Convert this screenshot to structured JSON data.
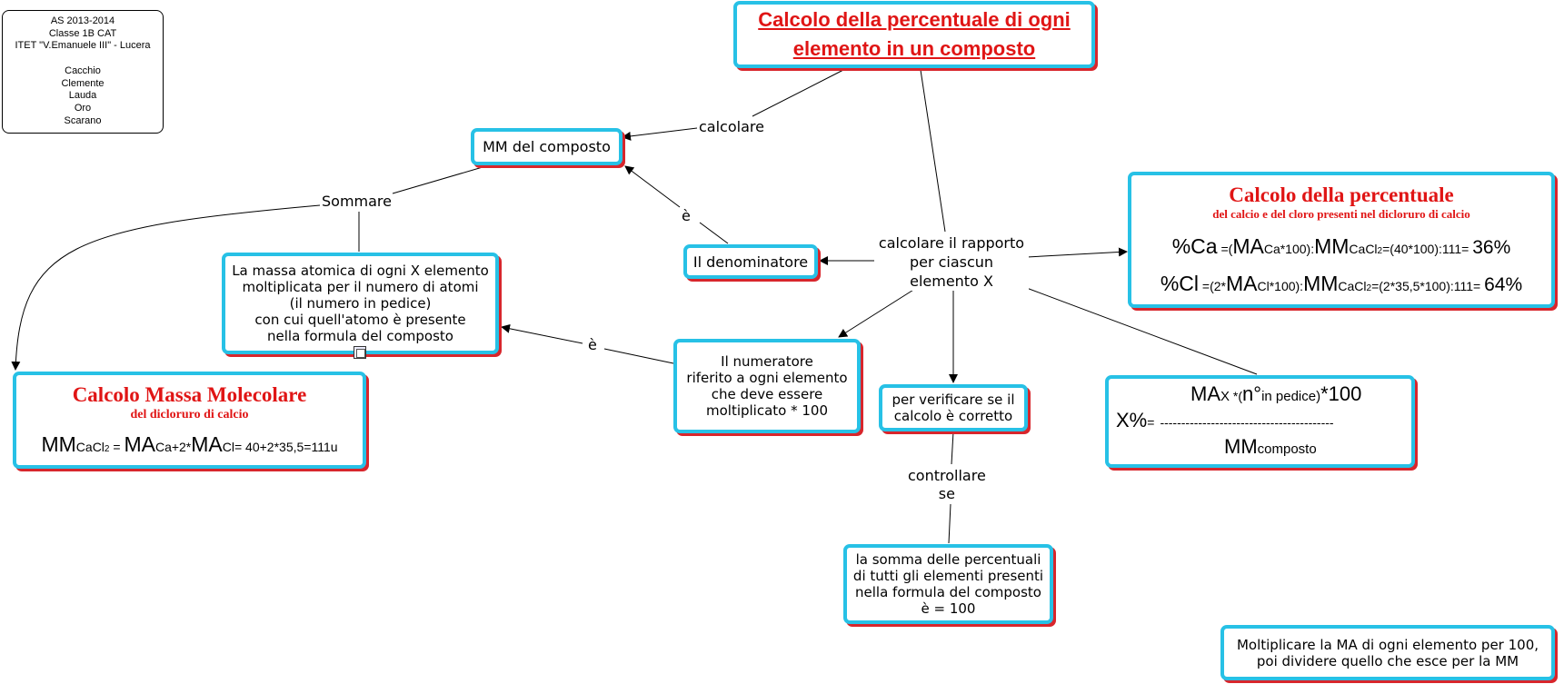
{
  "credits": {
    "lines": [
      "AS 2013-2014",
      "Classe 1B CAT",
      "ITET \"V.Emanuele III\" - Lucera",
      "",
      "Cacchio",
      "Clemente",
      "Lauda",
      "Oro",
      "Scarano"
    ]
  },
  "main_title": {
    "line1": "Calcolo della percentuale di ogni",
    "line2": "elemento in un composto"
  },
  "nodes": {
    "mm_composto": "MM del composto",
    "denominatore": "Il denominatore",
    "rapporto": {
      "line1": "calcolare il rapporto",
      "line2": "per ciascun",
      "line3": "elemento X"
    },
    "massa_atomica": {
      "line1": "La massa atomica di ogni X elemento",
      "line2": "moltiplicata per il numero di atomi",
      "line3": "(il numero in pedice)",
      "line4": "con cui quell'atomo è presente",
      "line5": "nella formula del composto"
    },
    "numeratore": {
      "line1": "Il numeratore",
      "line2": "riferito a ogni elemento",
      "line3": "che deve essere",
      "line4": "moltiplicato * 100"
    },
    "verificare": {
      "line1": "per verificare se il",
      "line2": "calcolo è corretto"
    },
    "somma": {
      "line1": "la somma delle percentuali",
      "line2": "di tutti gli elementi presenti",
      "line3": "nella formula del composto",
      "line4": "è = 100"
    },
    "moltiplicare": {
      "line1": "Moltiplicare la MA di ogni elemento per 100,",
      "line2": "poi dividere quello che esce per la MM"
    }
  },
  "calcolo_mm": {
    "title": "Calcolo Massa Molecolare",
    "subtitle": "del dicloruro di calcio",
    "f1": "MM",
    "f2": "CaCl",
    "f3": "2",
    "f4": " = ",
    "f5": "MA",
    "f6": "Ca+2*",
    "f7": "MA",
    "f8": "Cl= 40+2*35,5=111u"
  },
  "calcolo_perc": {
    "title": "Calcolo della percentuale",
    "subtitle": "del calcio e del cloro presenti nel dicloruro di calcio",
    "ca": {
      "a": "%Ca",
      "b": " =(",
      "c": "MA",
      "d": "Ca*100):",
      "e": "MM",
      "f": "CaCl",
      "g": "2",
      "h": "=(40*100):111= ",
      "i": "36%"
    },
    "cl": {
      "a": "%Cl",
      "b": " =(2*",
      "c": "MA",
      "d": "Cl*100):",
      "e": "MM",
      "f": "CaCl",
      "g": "2",
      "h": "=(2*35,5*100):111= ",
      "i": "64%"
    }
  },
  "formula": {
    "ma": "MA",
    "x": "X",
    "mult": " *(",
    "n": "n°",
    "pedice": "in pedice)",
    "cento": "*100",
    "xperc": "X%",
    "eq": "=",
    "dashes": "-----------------------------------------",
    "mm": "MM",
    "composto": "composto"
  },
  "links": {
    "calcolare": "calcolare",
    "sommare": "Sommare",
    "e1": "è",
    "e2": "è",
    "controllare": {
      "line1": "controllare",
      "line2": "se"
    }
  }
}
